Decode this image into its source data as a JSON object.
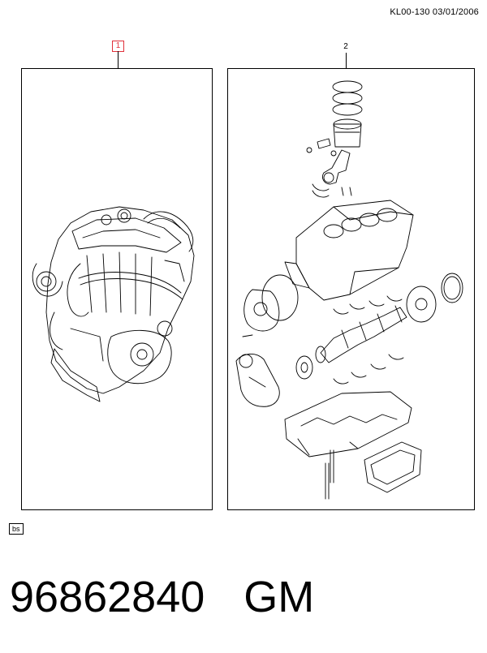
{
  "header": {
    "reference": "KL00-130  03/01/2006"
  },
  "callouts": [
    {
      "label": "1",
      "highlighted": true,
      "color": "#e0303a"
    },
    {
      "label": "2",
      "highlighted": false,
      "color": "#000000"
    }
  ],
  "panels": [
    {
      "id": "1",
      "icon": "engine-assembly-icon"
    },
    {
      "id": "2",
      "icon": "engine-parts-exploded-icon"
    }
  ],
  "tag": {
    "label": "bs"
  },
  "footer": {
    "part_number": "96862840",
    "brand": "GM"
  }
}
